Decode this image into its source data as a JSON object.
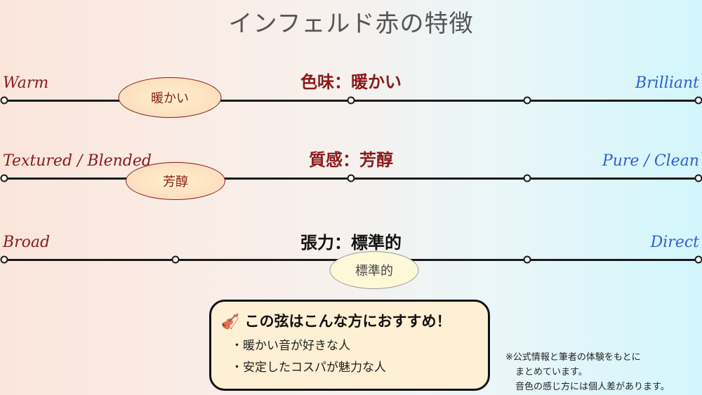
{
  "title": "インフェルド赤の特徴",
  "rows": [
    {
      "heading": "色味：暖かい",
      "left": "Warm",
      "right": "Brilliant",
      "value": "暖かい",
      "heading_color": "#8b1a1a"
    },
    {
      "heading": "質感：芳醇",
      "left": "Textured / Blended",
      "right": "Pure / Clean",
      "value": "芳醇",
      "heading_color": "#8b1a1a"
    },
    {
      "heading": "張力：標準的",
      "left": "Broad",
      "right": "Direct",
      "value": "標準的",
      "heading_color": "#111111"
    }
  ],
  "recommend": {
    "icon": "violin-icon",
    "heading": "この弦はこんな方におすすめ！",
    "items": [
      "・暖かい音が好きな人",
      "・安定したコスパが魅力な人"
    ]
  },
  "note": [
    "※公式情報と筆者の体験をもとに",
    "まとめています。",
    "音色の感じ方には個人差があります。"
  ]
}
